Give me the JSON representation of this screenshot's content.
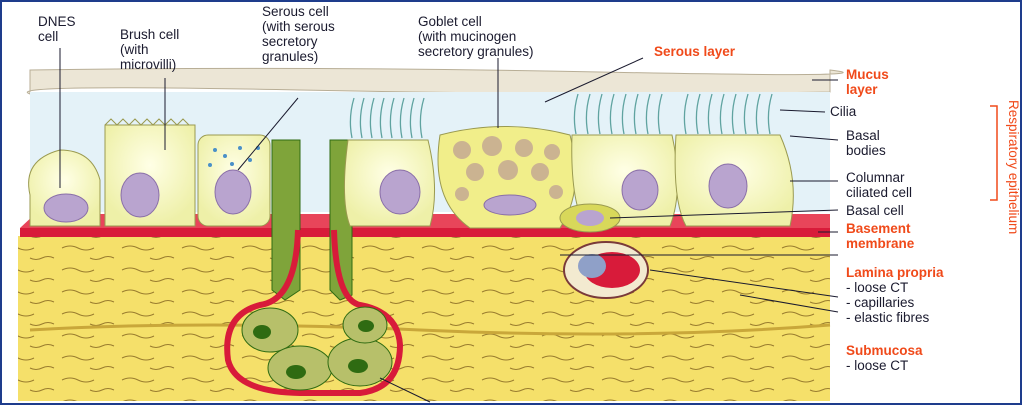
{
  "labels": {
    "dnes": "DNES\ncell",
    "brush": "Brush cell\n(with\nmicrovilli)",
    "serous_cell": "Serous cell\n(with serous\nsecretory\ngranules)",
    "goblet": "Goblet cell\n(with mucinogen\nsecretory granules)",
    "serous_layer": "Serous layer",
    "mucus_layer": "Mucus\nlayer",
    "cilia": "Cilia",
    "basal_bodies": "Basal\nbodies",
    "columnar": "Columnar\nciliated cell",
    "basal_cell": "Basal cell",
    "basement": "Basement\nmembrane",
    "lamina": "Lamina propria",
    "loose_ct_1": "- loose CT",
    "capillaries": "- capillaries",
    "elastic": "- elastic fibres",
    "submucosa": "Submucosa",
    "loose_ct_2": "- loose CT",
    "respiratory": "Respiratory epithelium"
  },
  "colors": {
    "accent_red": "#f04a1a",
    "text_dark": "#1a1a2e",
    "mucus": "#ece6d6",
    "serous": "#e4f2f8",
    "cell_fill": "#fbfbcf",
    "nucleus": "#b9a4cf",
    "basement": "#d81b3a",
    "lamina": "#f5e06a",
    "gland_green": "#2f6b12"
  },
  "icons": {
    "bracket": "bracket-right"
  }
}
